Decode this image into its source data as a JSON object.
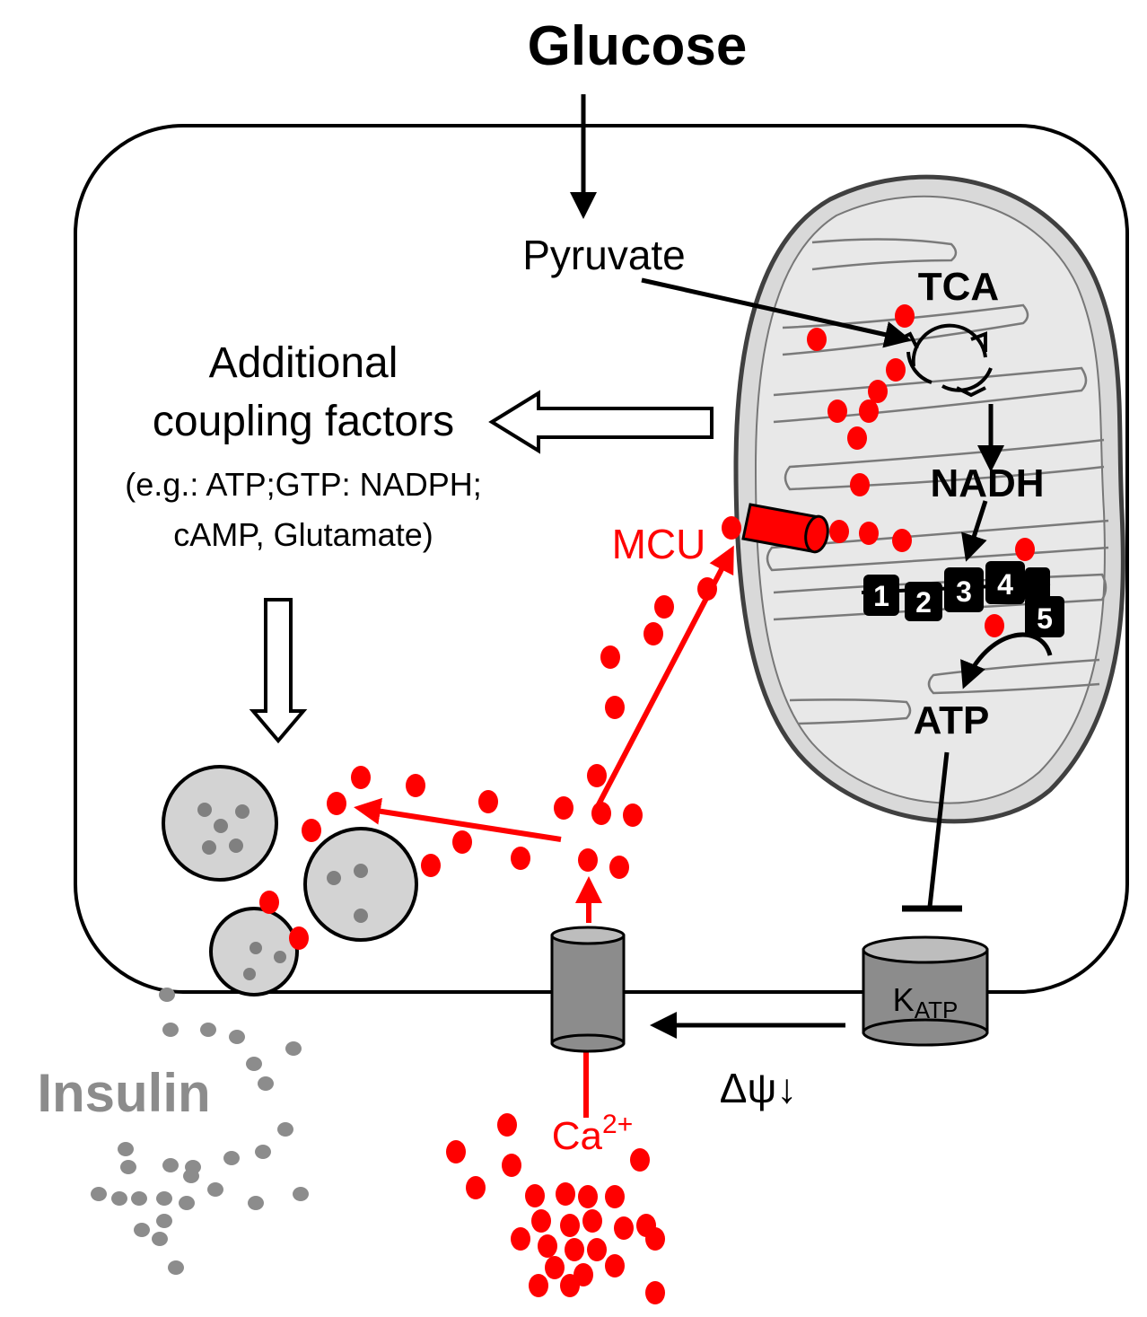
{
  "labels": {
    "glucose": "Glucose",
    "pyruvate": "Pyruvate",
    "tca": "TCA",
    "nadh": "NADH",
    "atp": "ATP",
    "mcu": "MCU",
    "additional_line1": "Additional",
    "additional_line2": "coupling factors",
    "additional_line3": "(e.g.: ATP;GTP: NADPH;",
    "additional_line4": "cAMP, Glutamate)",
    "katp_main": "K",
    "katp_sub": "ATP",
    "delta_psi": "Δψ↓",
    "ca_main": "Ca",
    "ca_sup": "2+",
    "insulin": "Insulin"
  },
  "complexes": [
    "1",
    "2",
    "3",
    "4",
    "5"
  ],
  "colors": {
    "calcium": "#ff0000",
    "insulin": "#8c8c8c",
    "outline": "#000000",
    "mito_fill": "#d9d9d9",
    "channel_fill": "#8c8c8c",
    "granule_fill": "#d3d3d3"
  },
  "icons": {
    "cell": "cell-membrane",
    "mitochondrion": "mitochondrion-icon",
    "mcu": "mcu-channel-icon",
    "ca_channel": "calcium-channel-icon",
    "katp": "katp-channel-icon",
    "granule": "insulin-granule-icon"
  }
}
